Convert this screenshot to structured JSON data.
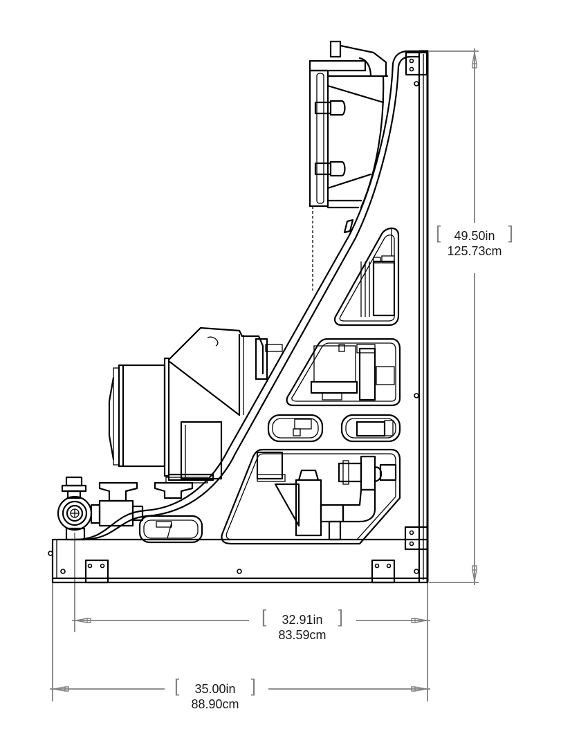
{
  "drawing": {
    "view": "side elevation",
    "line_color": "#000000",
    "dimension_color": "#808080"
  },
  "dimensions": {
    "height": {
      "inches": "49.50in",
      "cm": "125.73cm",
      "bracket_open": "[",
      "bracket_close": "]"
    },
    "inner_width": {
      "inches": "32.91in",
      "cm": "83.59cm",
      "bracket_open": "[",
      "bracket_close": "]"
    },
    "overall_width": {
      "inches": "35.00in",
      "cm": "88.90cm",
      "bracket_open": "[",
      "bracket_close": "]"
    }
  },
  "components": [
    {
      "name": "upper-monitor-housing"
    },
    {
      "name": "lower-monitor-housing"
    },
    {
      "name": "curved-frame-rail"
    },
    {
      "name": "triangular-panel-opening-top"
    },
    {
      "name": "trapezoid-panel-opening-middle"
    },
    {
      "name": "small-slot-openings"
    },
    {
      "name": "lower-plumbing-opening"
    },
    {
      "name": "valve-assembly"
    },
    {
      "name": "base-frame"
    },
    {
      "name": "mounting-brackets"
    }
  ]
}
